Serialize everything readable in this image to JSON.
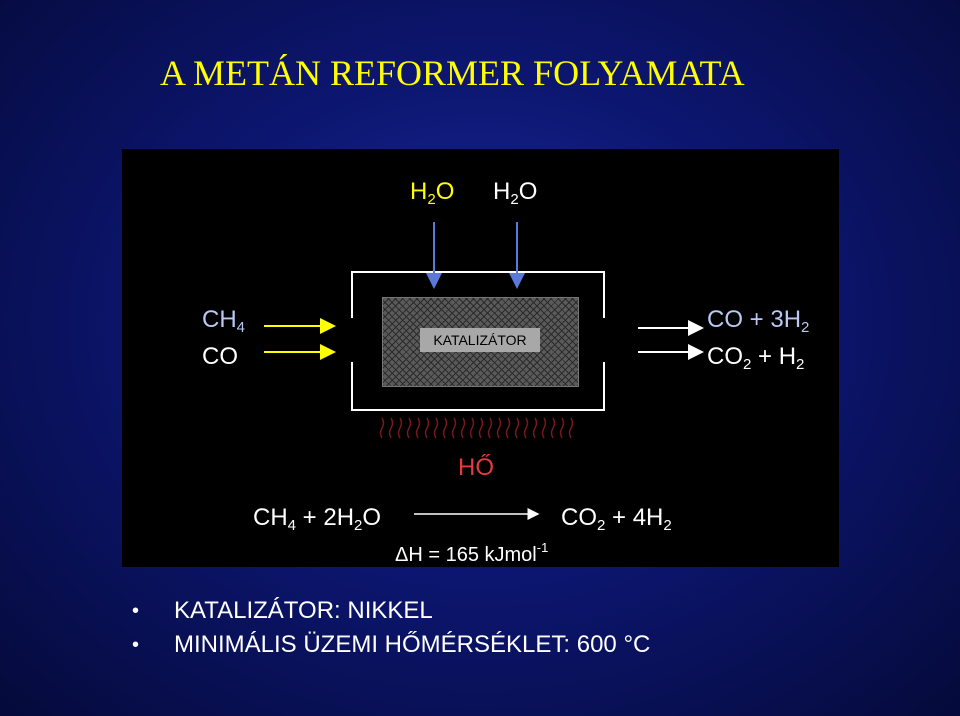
{
  "title": "A METÁN REFORMER FOLYAMATA",
  "inputs_top": [
    {
      "main": "H",
      "sub": "2",
      "tail": "O"
    },
    {
      "main": "H",
      "sub": "2",
      "tail": "O"
    }
  ],
  "inputs_left": [
    {
      "main": "CH",
      "sub": "4"
    },
    {
      "main": "CO"
    }
  ],
  "catalyst_label": "KATALIZÁTOR",
  "outputs_right": [
    {
      "pre": "CO + 3H",
      "sub": "2"
    },
    {
      "pre": "CO",
      "sub": "2",
      "tail": " + H",
      "sub2": "2"
    }
  ],
  "heat_label": "HŐ",
  "equation": {
    "left": {
      "a": "CH",
      "a_sub": "4",
      "b": " + 2H",
      "b_sub": "2",
      "c": "O"
    },
    "right": {
      "a": "CO",
      "a_sub": "2",
      "b": " + 4H",
      "b_sub": "2"
    },
    "enthalpy": {
      "text": "ΔH = 165 kJmol",
      "sup": "-1"
    }
  },
  "bullets": [
    "KATALIZÁTOR: NIKKEL",
    "MINIMÁLIS ÜZEMI HŐMÉRSÉKLET: 600 °C"
  ],
  "colors": {
    "accent_yellow": "#ffff00",
    "text_blue": "#b9c9f3",
    "panel": "#000000",
    "background": "#0c1670"
  }
}
